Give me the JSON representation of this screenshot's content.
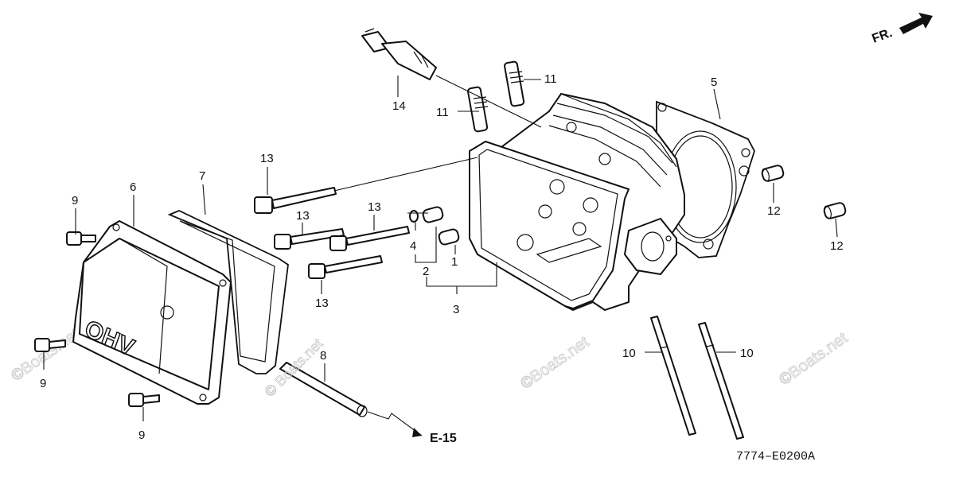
{
  "labels": {
    "p1": "1",
    "p2": "2",
    "p3": "3",
    "p4": "4",
    "p5": "5",
    "p6": "6",
    "p7": "7",
    "p8": "8",
    "p9a": "9",
    "p9b": "9",
    "p9c": "9",
    "p10a": "10",
    "p10b": "10",
    "p11a": "11",
    "p11b": "11",
    "p12a": "12",
    "p12b": "12",
    "p13a": "13",
    "p13b": "13",
    "p13c": "13",
    "p13d": "13",
    "p14": "14"
  },
  "reference": "E-15",
  "front_indicator": "FR.",
  "diagram_code": "7774–E0200A",
  "cover_lettering": "OHV",
  "watermarks": [
    "©Boats.net",
    "©Boats.net",
    "©Boats.net",
    "© Boats.net"
  ]
}
